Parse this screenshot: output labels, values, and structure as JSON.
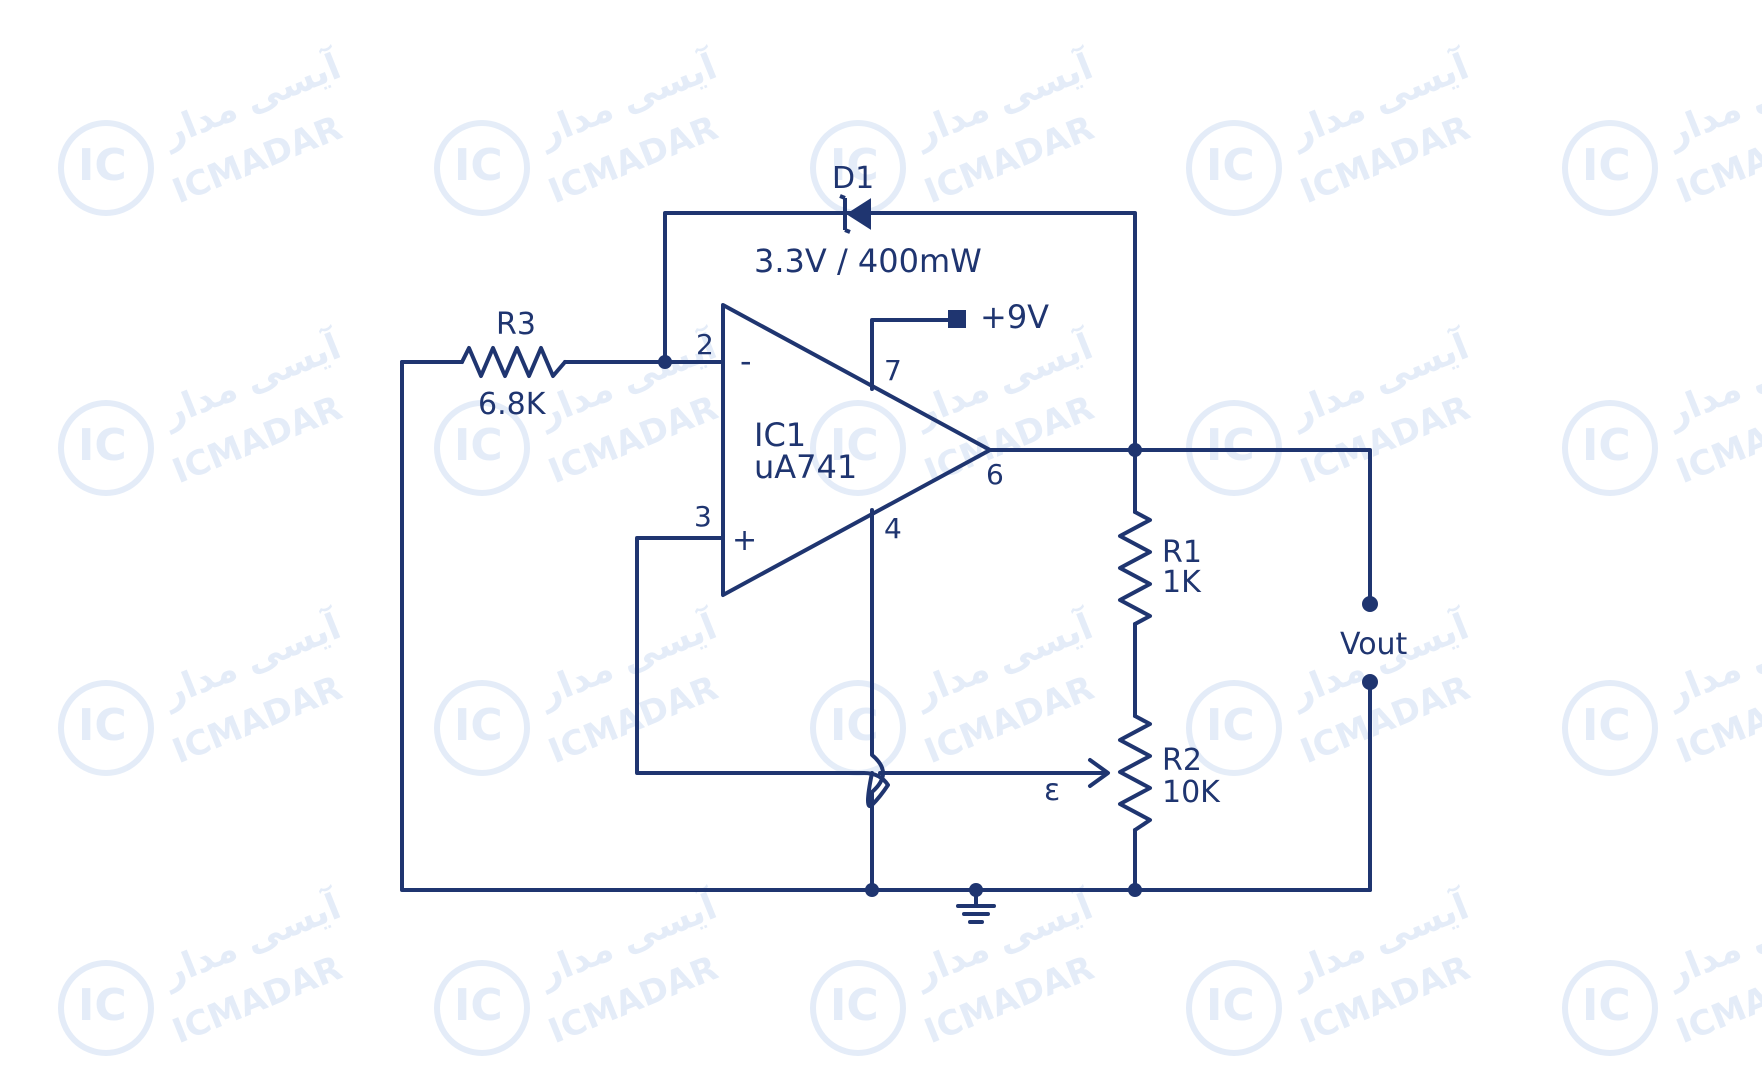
{
  "watermark": {
    "latin": "ICMADAR",
    "farsi": "آیسی مدار",
    "logo": "IC"
  },
  "components": {
    "d1": {
      "name": "D1",
      "rating": "3.3V / 400mW"
    },
    "r3": {
      "name": "R3",
      "value": "6.8K"
    },
    "ic1": {
      "name": "IC1",
      "part": "uA741"
    },
    "r1": {
      "name": "R1",
      "value": "1K"
    },
    "r2": {
      "name": "R2",
      "value": "10K"
    }
  },
  "supply": "+9V",
  "pins": {
    "inv": "2",
    "noninv": "3",
    "vcc": "7",
    "gnd": "4",
    "out": "6"
  },
  "opamp_signs": {
    "minus": "-",
    "plus": "+"
  },
  "output_label": "Vout",
  "wiper_symbol": "ɛ",
  "colors": {
    "wire": "#1f3570",
    "watermark": "#5b8fd6"
  }
}
